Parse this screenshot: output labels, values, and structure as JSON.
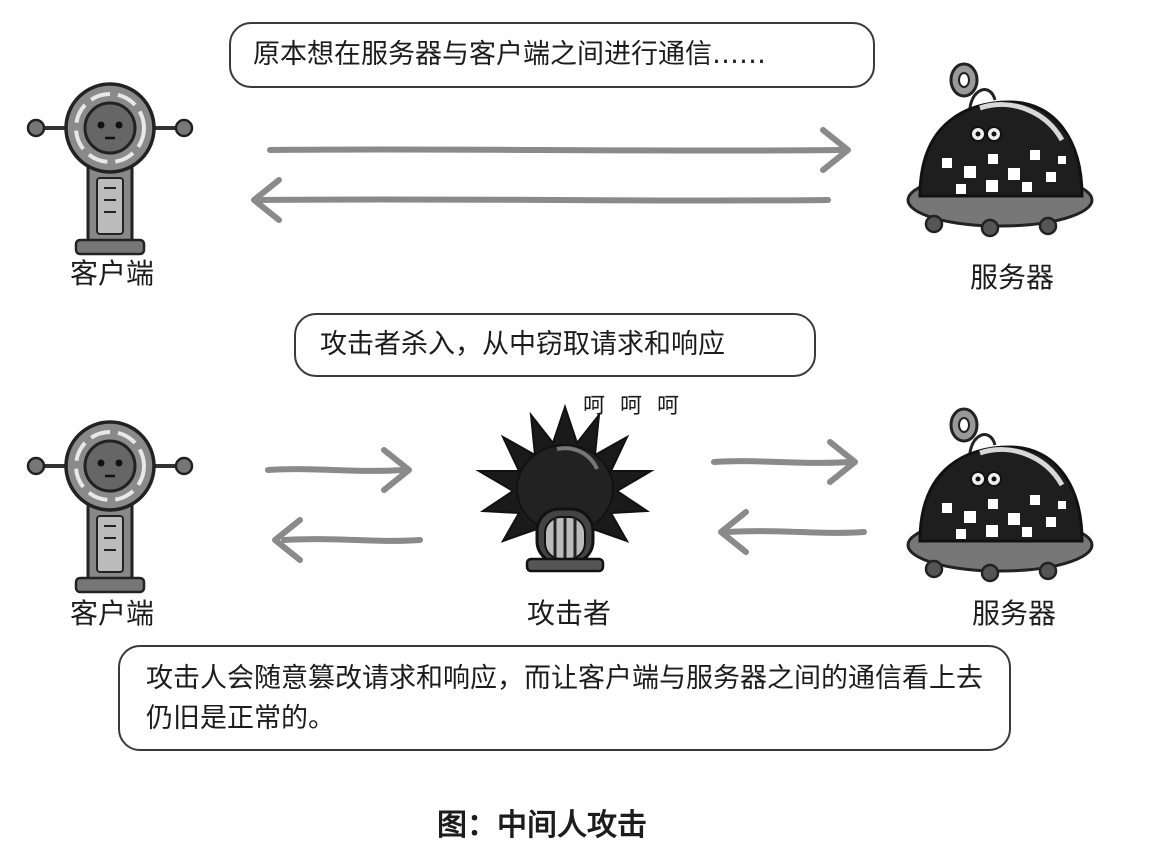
{
  "scene1": {
    "bubble": "原本想在服务器与客户端之间进行通信……",
    "client_label": "客户端",
    "server_label": "服务器"
  },
  "scene2": {
    "bubble": "攻击者杀入，从中窃取请求和响应",
    "laugh": "呵 呵 呵",
    "client_label": "客户端",
    "attacker_label": "攻击者",
    "server_label": "服务器"
  },
  "note": "攻击人会随意篡改请求和响应，而让客户端与服务器之间的通信看上去仍旧是正常的。",
  "caption": "图：中间人攻击",
  "icons": [
    "client-robot-icon",
    "server-robot-icon",
    "attacker-icon",
    "arrow-icon"
  ],
  "colors": {
    "ink": "#1c1c1c",
    "arrow": "#8a8a8a",
    "robot_fill": "#7a7a7a",
    "dark": "#222222"
  }
}
